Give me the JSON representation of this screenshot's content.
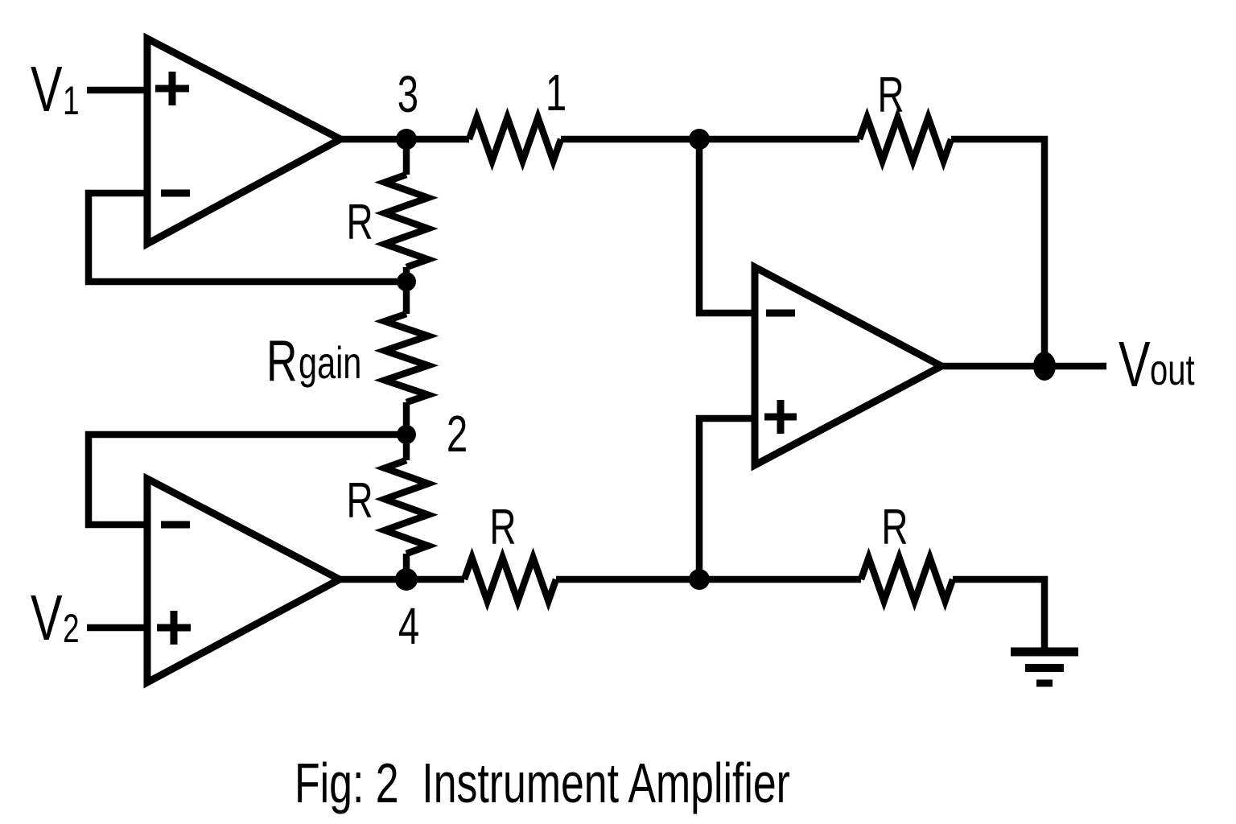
{
  "caption": "Fig: 2  Instrument Amplifier",
  "colors": {
    "ink": "#000000",
    "paper": "#ffffff"
  },
  "labels": {
    "v1": {
      "base": "V",
      "sub": "1"
    },
    "v2": {
      "base": "V",
      "sub": "2"
    },
    "vout": {
      "base": "V",
      "sub": "out"
    },
    "rgain": {
      "base": "R",
      "sub": "gain"
    },
    "node3": "3",
    "node2": "2",
    "node4": "4",
    "resistor1": "1",
    "r_mid_top": "R",
    "r_mid_bottom": "R",
    "r_row_bottom_left": "R",
    "r_row_top_right": "R",
    "r_row_bottom_right": "R"
  },
  "opamps": {
    "amp1": {
      "top_input": "+",
      "bottom_input": "-"
    },
    "amp2": {
      "top_input": "-",
      "bottom_input": "+"
    },
    "amp3": {
      "top_input": "-",
      "bottom_input": "+"
    }
  }
}
